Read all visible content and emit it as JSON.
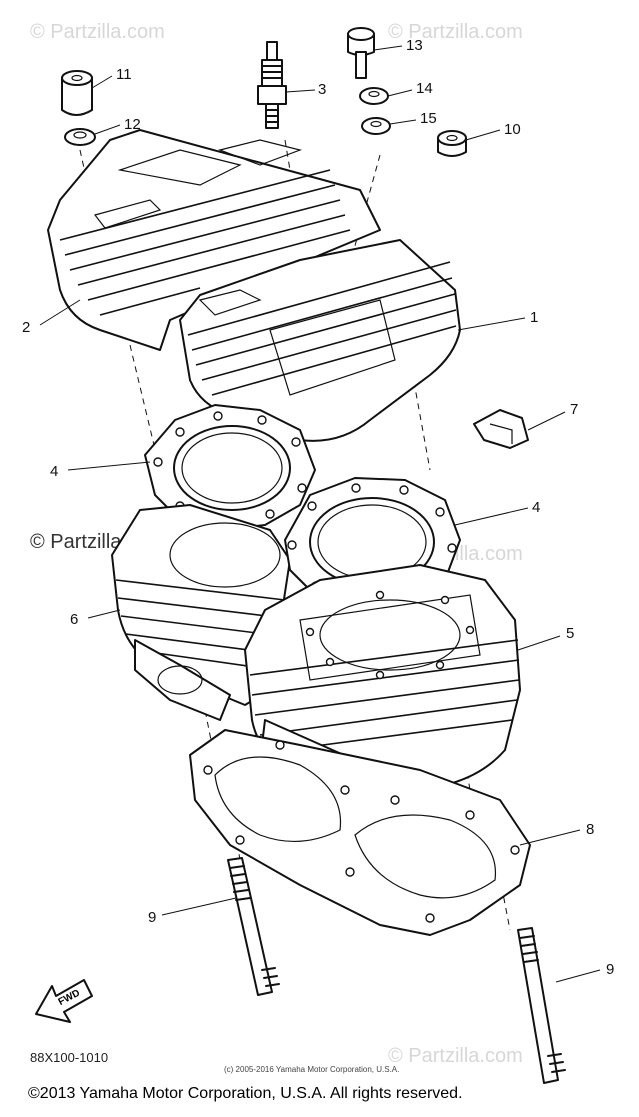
{
  "watermarks": {
    "top_left": "© Partzilla.com",
    "top_right": "© Partzilla.com",
    "mid_left": "© Partzilla.com",
    "mid_right": "© Partzilla.com",
    "bottom_right": "© Partzilla.com"
  },
  "callouts": {
    "c1": "1",
    "c2": "2",
    "c3": "3",
    "c4a": "4",
    "c4b": "4",
    "c5": "5",
    "c6": "6",
    "c7": "7",
    "c8": "8",
    "c9a": "9",
    "c9b": "9",
    "c10": "10",
    "c11": "11",
    "c12": "12",
    "c13": "13",
    "c14": "14",
    "c15": "15"
  },
  "fwd_label": "FWD",
  "diagram_code": "88X100-1010",
  "small_copyright": "(c) 2005-2016 Yamaha Motor Corporation, U.S.A.",
  "footer_copyright": "©2013 Yamaha Motor Corporation, U.S.A. All rights reserved."
}
